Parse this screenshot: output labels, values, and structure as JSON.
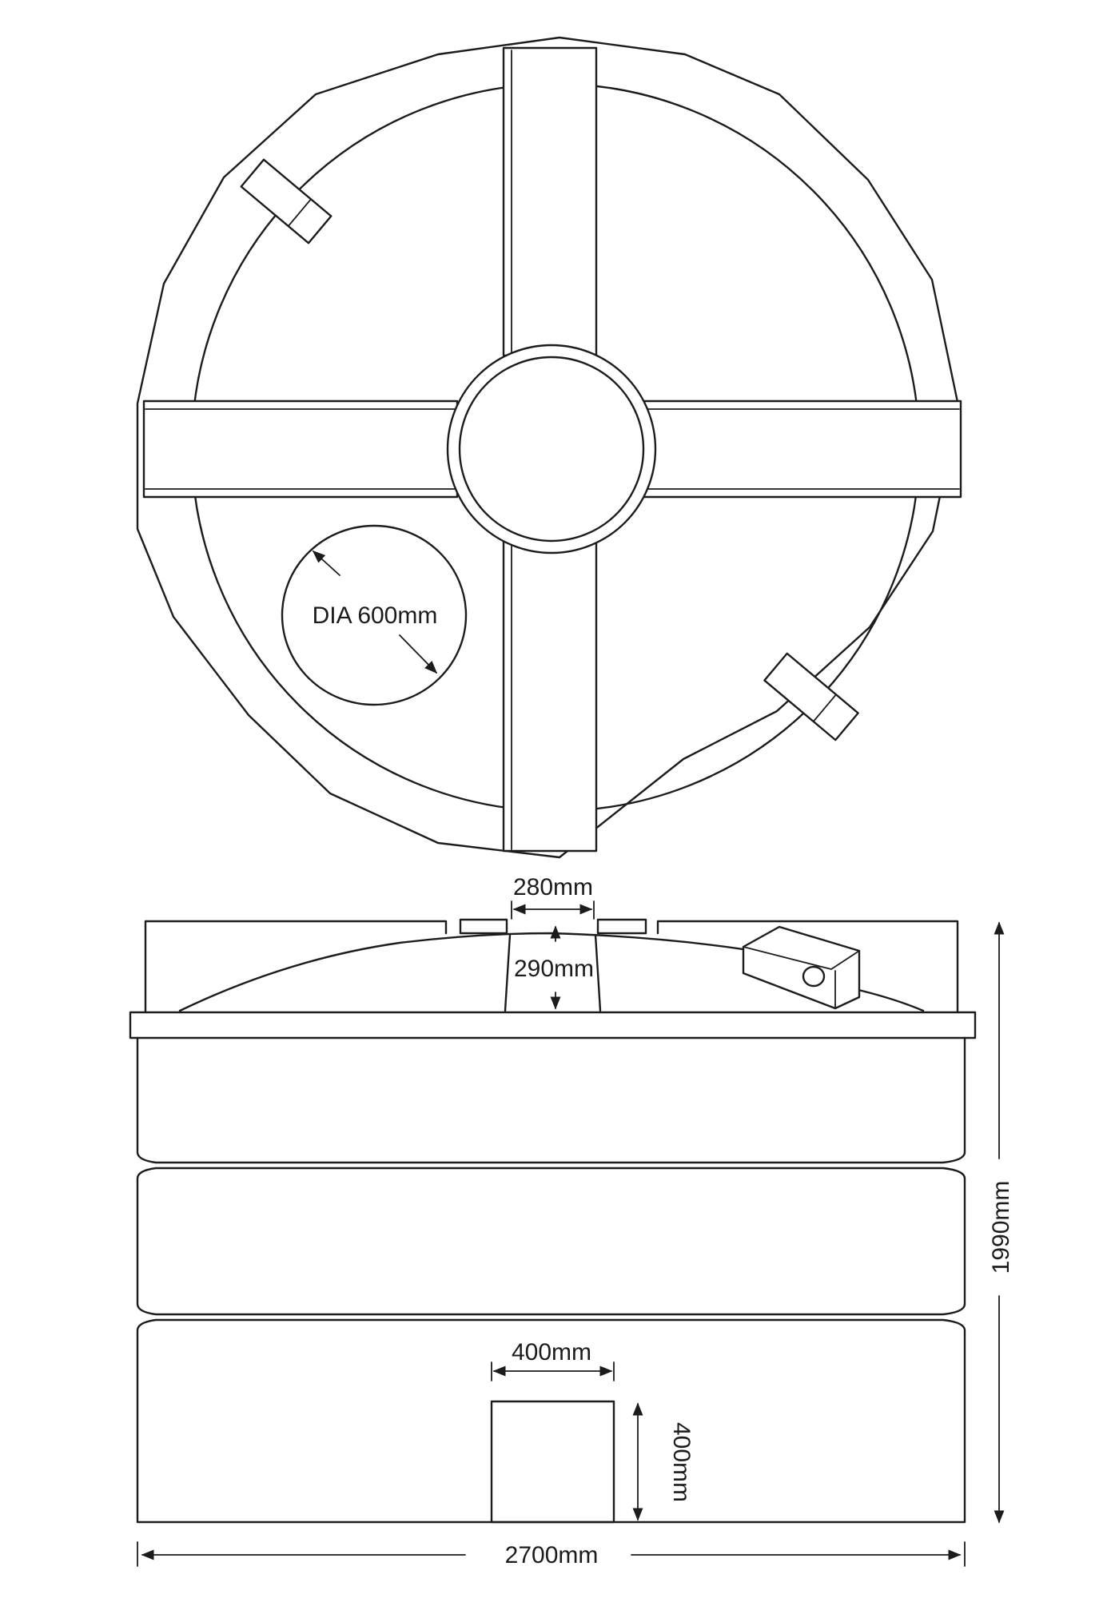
{
  "dimensions": {
    "manhole_diameter": "DIA 600mm",
    "neck_width": "280mm",
    "neck_height": "290mm",
    "outlet_width": "400mm",
    "outlet_height": "400mm",
    "overall_height": "1990mm",
    "overall_width": "2700mm"
  }
}
